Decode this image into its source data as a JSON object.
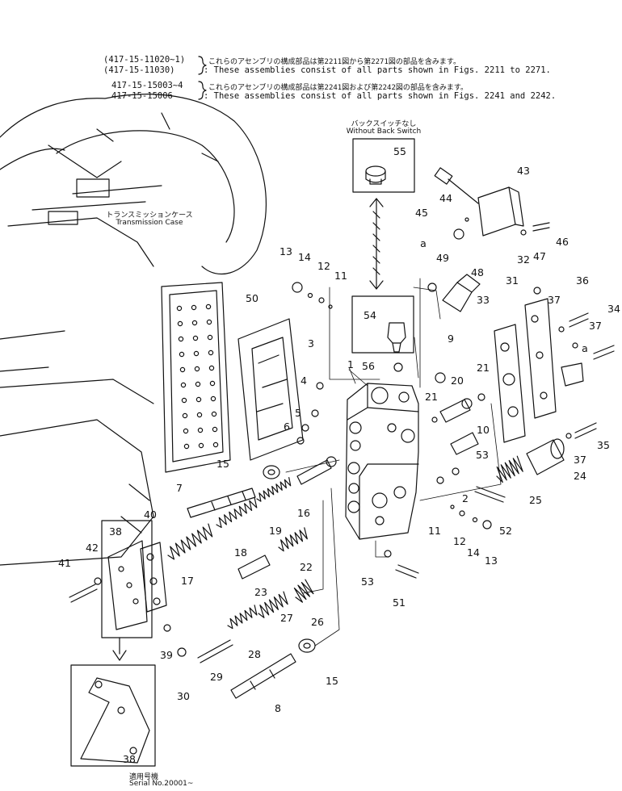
{
  "header": {
    "row1_code": "(417-15-11020~1)",
    "row1_jp": "これらのアセンブリの構成部品は第2211図から第2271図の部品を含みます。",
    "row2_code": "(417-15-11030)",
    "row2_en": ": These assemblies consist of all parts shown in Figs. 2211 to 2271.",
    "row3_code": "417-15-15003~4",
    "row3_jp": "これらのアセンブリの構成部品は第2241図および第2242図の部品を含みます。",
    "row4_code": "417-15-15006",
    "row4_en": ": These assemblies consist of all parts shown in Figs. 2241 and 2242."
  },
  "notes": {
    "without_back_switch_jp": "バックスイッチなし",
    "without_back_switch_en": "Without Back Switch",
    "transmission_case_jp": "トランスミッションケース",
    "transmission_case_en": "Transmission Case",
    "serial_jp": "適用号機",
    "serial_en": "Serial No.20001~"
  },
  "labels": [
    {
      "text": "55"
    },
    {
      "text": "43"
    },
    {
      "text": "44"
    },
    {
      "text": "45"
    },
    {
      "text": "46"
    },
    {
      "text": "a"
    },
    {
      "text": "47"
    },
    {
      "text": "32"
    },
    {
      "text": "13"
    },
    {
      "text": "14"
    },
    {
      "text": "12"
    },
    {
      "text": "11"
    },
    {
      "text": "49"
    },
    {
      "text": "48"
    },
    {
      "text": "36"
    },
    {
      "text": "31"
    },
    {
      "text": "50"
    },
    {
      "text": "54"
    },
    {
      "text": "33"
    },
    {
      "text": "37"
    },
    {
      "text": "34"
    },
    {
      "text": "37"
    },
    {
      "text": "a"
    },
    {
      "text": "3"
    },
    {
      "text": "9"
    },
    {
      "text": "1"
    },
    {
      "text": "56"
    },
    {
      "text": "21"
    },
    {
      "text": "20"
    },
    {
      "text": "4"
    },
    {
      "text": "21"
    },
    {
      "text": "5"
    },
    {
      "text": "6"
    },
    {
      "text": "10"
    },
    {
      "text": "35"
    },
    {
      "text": "37"
    },
    {
      "text": "15"
    },
    {
      "text": "53"
    },
    {
      "text": "24"
    },
    {
      "text": "25"
    },
    {
      "text": "7"
    },
    {
      "text": "16"
    },
    {
      "text": "2"
    },
    {
      "text": "40"
    },
    {
      "text": "19"
    },
    {
      "text": "11"
    },
    {
      "text": "52"
    },
    {
      "text": "38"
    },
    {
      "text": "12"
    },
    {
      "text": "14"
    },
    {
      "text": "42"
    },
    {
      "text": "18"
    },
    {
      "text": "22"
    },
    {
      "text": "13"
    },
    {
      "text": "41"
    },
    {
      "text": "17"
    },
    {
      "text": "53"
    },
    {
      "text": "23"
    },
    {
      "text": "51"
    },
    {
      "text": "26"
    },
    {
      "text": "27"
    },
    {
      "text": "39"
    },
    {
      "text": "28"
    },
    {
      "text": "29"
    },
    {
      "text": "15"
    },
    {
      "text": "30"
    },
    {
      "text": "8"
    },
    {
      "text": "38"
    }
  ]
}
